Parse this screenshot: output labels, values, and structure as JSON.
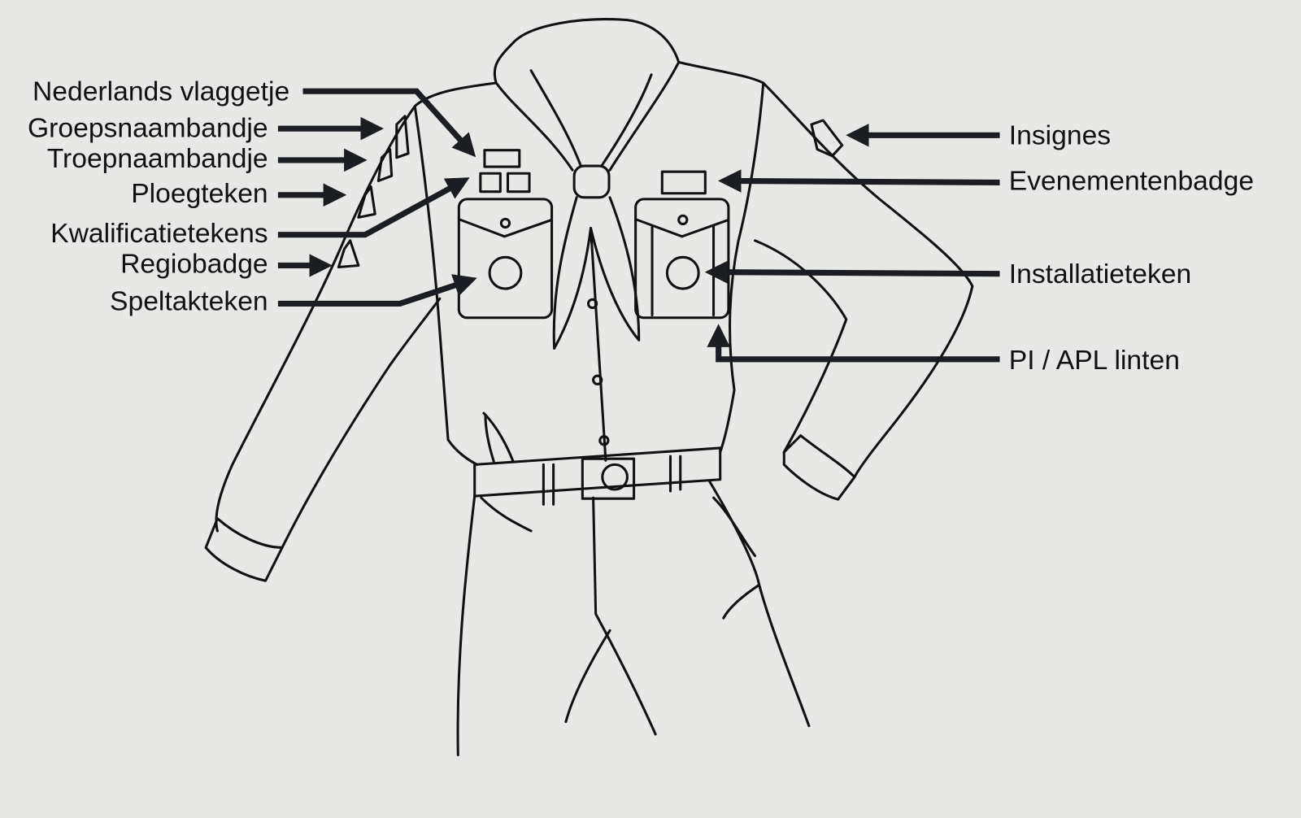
{
  "diagram": {
    "subject": "scout-uniform-shirt",
    "left_labels": [
      "Nederlands vlaggetje",
      "Groepsnaambandje",
      "Troepnaambandje",
      "Ploegteken",
      "Kwalificatietekens",
      "Regiobadge",
      "Speltakteken"
    ],
    "right_labels": [
      "Insignes",
      "Evenementenbadge",
      "Installatieteken",
      "PI / APL linten"
    ],
    "colors": {
      "background": "#e8e9e6",
      "ink": "#111111",
      "arrow": "#1a1d22"
    }
  }
}
